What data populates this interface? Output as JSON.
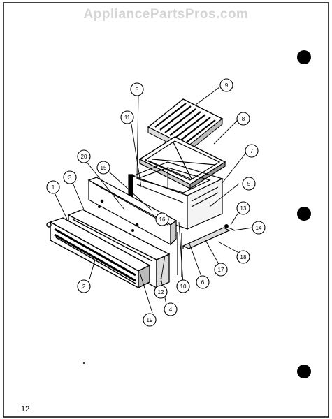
{
  "watermark": "AppliancePartsPros.com",
  "page_number": "12",
  "callouts": [
    "1",
    "2",
    "3",
    "4",
    "5",
    "5",
    "6",
    "7",
    "8",
    "9",
    "10",
    "11",
    "12",
    "13",
    "14",
    "15",
    "16",
    "17",
    "18",
    "19",
    "20"
  ]
}
